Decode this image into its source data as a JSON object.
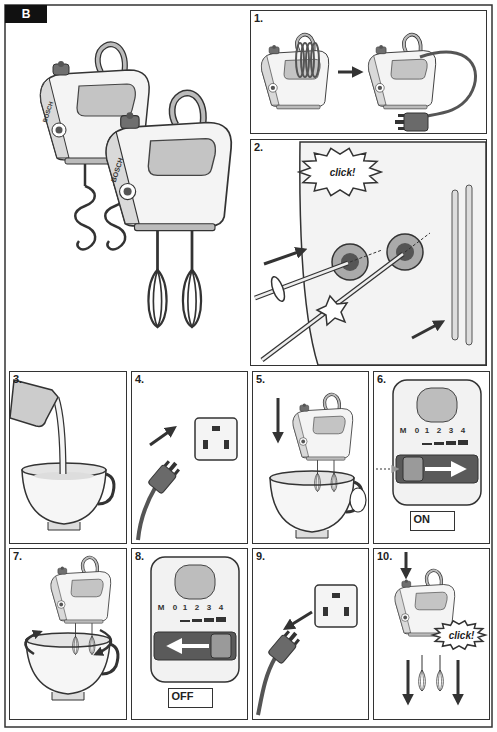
{
  "diagram": {
    "nodes": [
      {
        "text": [
          "B"
        ]
      },
      {
        "text": [
          "1."
        ]
      },
      {
        "text": [
          "2."
        ]
      },
      {
        "text": [
          "click!"
        ],
        "in": 2
      },
      {
        "text": [
          "3."
        ]
      },
      {
        "text": [
          "4."
        ]
      },
      {
        "text": [
          "5."
        ]
      },
      {
        "text": [
          "6."
        ]
      },
      {
        "text": [
          "ON"
        ],
        "in": 7
      },
      {
        "text": [
          "7."
        ]
      },
      {
        "text": [
          "8."
        ]
      },
      {
        "text": [
          "OFF"
        ],
        "in": 10
      },
      {
        "text": [
          "9."
        ]
      },
      {
        "text": [
          "10."
        ]
      },
      {
        "text": [
          "click!"
        ],
        "in": 13
      }
    ],
    "labels": [
      "BOSCH",
      "BOSCH",
      "M",
      "0",
      "1",
      "2",
      "3",
      "4",
      "M",
      "0",
      "1",
      "2",
      "3",
      "4"
    ]
  }
}
